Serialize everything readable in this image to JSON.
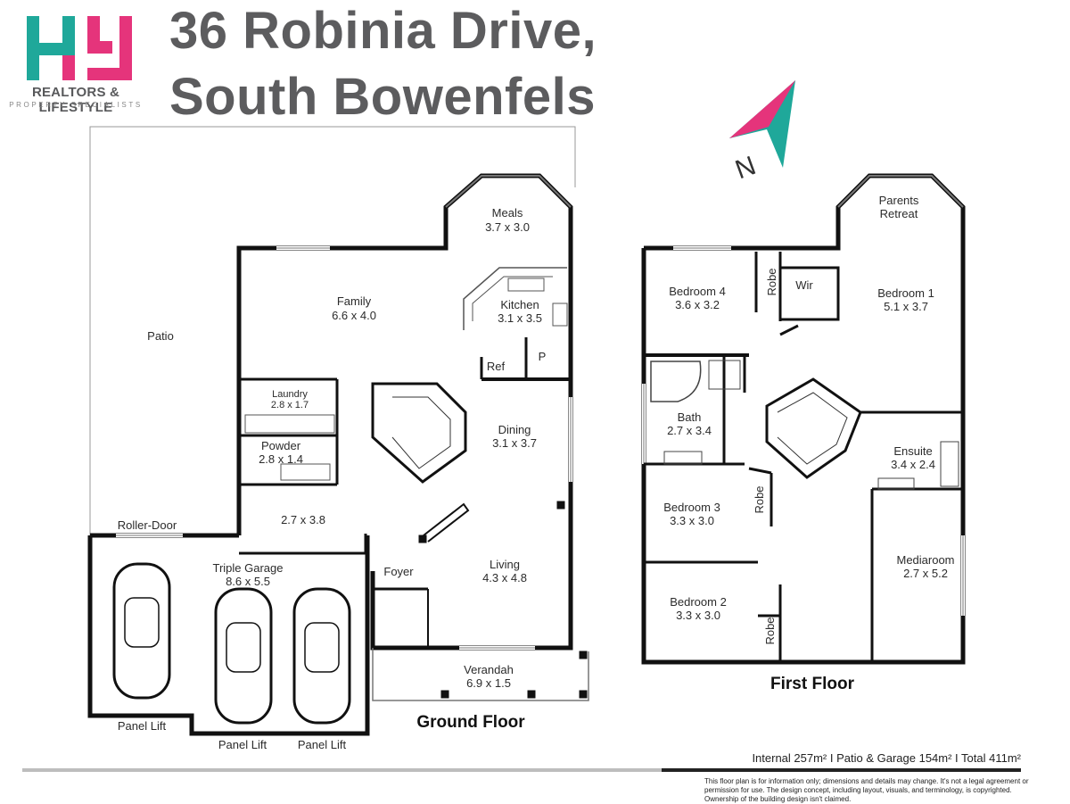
{
  "logo": {
    "mark": "HRJ",
    "name": "REALTORS & LIFESTYLE",
    "tagline": "PROPERTY SPECIALISTS",
    "colors": {
      "teal": "#1fa89a",
      "pink": "#e5347b"
    }
  },
  "address": {
    "line1": "36 Robinia Drive,",
    "line2": "South Bowenfels"
  },
  "compass": {
    "label": "N"
  },
  "ground_floor": {
    "title": "Ground Floor",
    "rooms": [
      {
        "id": "patio",
        "name": "Patio",
        "dims": ""
      },
      {
        "id": "meals",
        "name": "Meals",
        "dims": "3.7 x 3.0"
      },
      {
        "id": "family",
        "name": "Family",
        "dims": "6.6 x 4.0"
      },
      {
        "id": "kitchen",
        "name": "Kitchen",
        "dims": "3.1 x 3.5"
      },
      {
        "id": "ref",
        "name": "Ref",
        "dims": ""
      },
      {
        "id": "pantry",
        "name": "P",
        "dims": ""
      },
      {
        "id": "laundry",
        "name": "Laundry",
        "dims": "2.8 x 1.7"
      },
      {
        "id": "powder",
        "name": "Powder",
        "dims": "2.8 x 1.4"
      },
      {
        "id": "dining",
        "name": "Dining",
        "dims": "3.1 x 3.7"
      },
      {
        "id": "study",
        "name": "",
        "dims": "2.7 x 3.8"
      },
      {
        "id": "foyer",
        "name": "Foyer",
        "dims": ""
      },
      {
        "id": "living",
        "name": "Living",
        "dims": "4.3 x 4.8"
      },
      {
        "id": "garage",
        "name": "Triple Garage",
        "dims": "8.6 x 5.5"
      },
      {
        "id": "verandah",
        "name": "Verandah",
        "dims": "6.9 x 1.5"
      }
    ],
    "labels": {
      "roller_door": "Roller-Door",
      "panel_lift_1": "Panel Lift",
      "panel_lift_2": "Panel Lift",
      "panel_lift_3": "Panel Lift"
    }
  },
  "first_floor": {
    "title": "First Floor",
    "rooms": [
      {
        "id": "retreat",
        "name": "Parents",
        "name2": "Retreat",
        "dims": ""
      },
      {
        "id": "bed4",
        "name": "Bedroom 4",
        "dims": "3.6 x 3.2"
      },
      {
        "id": "robe4",
        "name": "Robe",
        "dims": ""
      },
      {
        "id": "wir",
        "name": "Wir",
        "dims": ""
      },
      {
        "id": "bed1",
        "name": "Bedroom 1",
        "dims": "5.1 x 3.7"
      },
      {
        "id": "bath",
        "name": "Bath",
        "dims": "2.7 x 3.4"
      },
      {
        "id": "ensuite",
        "name": "Ensuite",
        "dims": "3.4 x 2.4"
      },
      {
        "id": "bed3",
        "name": "Bedroom 3",
        "dims": "3.3 x 3.0"
      },
      {
        "id": "robe3",
        "name": "Robe",
        "dims": ""
      },
      {
        "id": "media",
        "name": "Mediaroom",
        "dims": "2.7 x 5.2"
      },
      {
        "id": "bed2",
        "name": "Bedroom 2",
        "dims": "3.3 x 3.0"
      },
      {
        "id": "robe2",
        "name": "Robe",
        "dims": ""
      }
    ]
  },
  "area_summary": "Internal 257m² I Patio & Garage 154m² I Total 411m²",
  "disclaimer": "This floor plan is for information only; dimensions and details may change. It's not a legal agreement or permission for use. The design concept, including layout, visuals, and terminology, is copyrighted. Ownership of the building design isn't claimed."
}
